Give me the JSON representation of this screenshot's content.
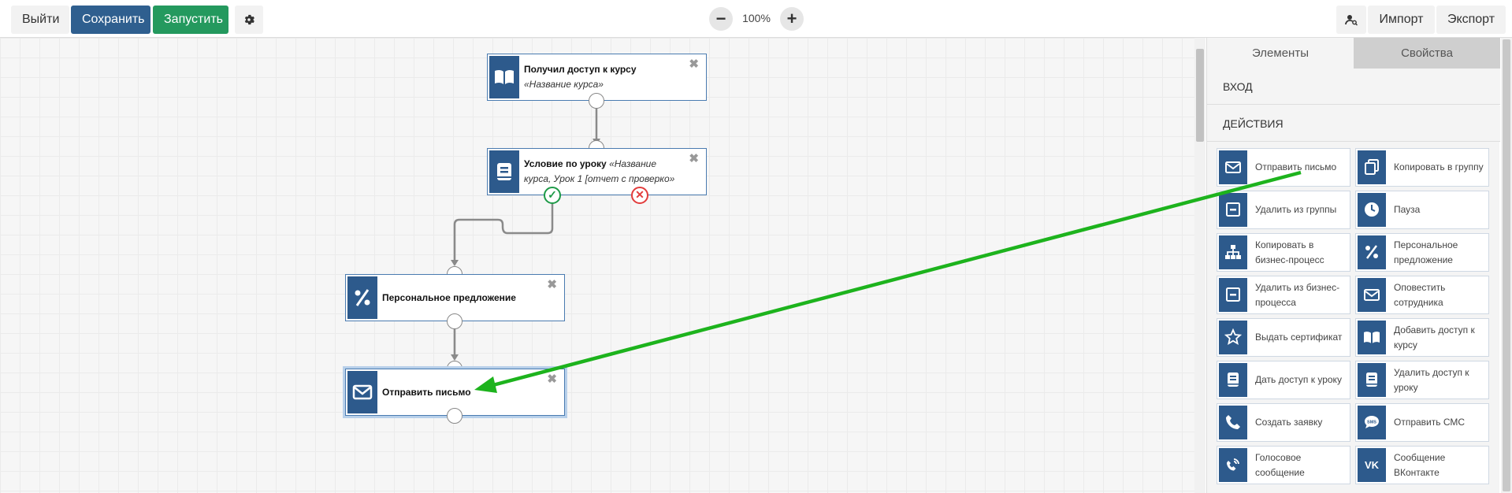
{
  "toolbar": {
    "exit_label": "Выйти",
    "save_label": "Сохранить",
    "run_label": "Запустить",
    "zoom_value": "100%",
    "import_label": "Импорт",
    "export_label": "Экспорт"
  },
  "nodes": {
    "course_access": {
      "title": "Получил доступ к курсу",
      "detail": "«Название курса»"
    },
    "lesson_condition": {
      "title": "Условие по уроку",
      "detail": "«Название курса, Урок 1 [отчет с проверко»"
    },
    "personal_offer": {
      "title": "Персональное предложение"
    },
    "send_letter": {
      "title": "Отправить письмо"
    }
  },
  "panel": {
    "tabs": [
      "Элементы",
      "Свойства"
    ],
    "active_tab": "Элементы",
    "sections": {
      "entry": "ВХОД",
      "actions": "ДЕЙСТВИЯ"
    },
    "items": [
      {
        "label": "Отправить письмо",
        "icon": "envelope-icon"
      },
      {
        "label": "Копировать в группу",
        "icon": "copy-icon"
      },
      {
        "label": "Удалить из группы",
        "icon": "minus-box-icon"
      },
      {
        "label": "Пауза",
        "icon": "clock-icon"
      },
      {
        "label": "Копировать в бизнес-процесс",
        "icon": "hierarchy-icon"
      },
      {
        "label": "Персональное предложение",
        "icon": "percent-icon"
      },
      {
        "label": "Удалить из бизнес-процесса",
        "icon": "minus-box-icon"
      },
      {
        "label": "Оповестить сотрудника",
        "icon": "envelope-icon"
      },
      {
        "label": "Выдать сертификат",
        "icon": "star-icon"
      },
      {
        "label": "Добавить доступ к курсу",
        "icon": "book-open-icon"
      },
      {
        "label": "Дать доступ к уроку",
        "icon": "book-icon"
      },
      {
        "label": "Удалить доступ к уроку",
        "icon": "book-icon"
      },
      {
        "label": "Создать заявку",
        "icon": "phone-icon"
      },
      {
        "label": "Отправить СМС",
        "icon": "sms-icon"
      },
      {
        "label": "Голосовое сообщение",
        "icon": "phone-volume-icon"
      },
      {
        "label": "Сообщение ВКонтакте",
        "icon": "vk-icon"
      }
    ]
  },
  "colors": {
    "accent": "#2d5a8c",
    "save": "#2f5f8f",
    "run": "#24995e",
    "annotation_arrow": "#1db31d"
  }
}
